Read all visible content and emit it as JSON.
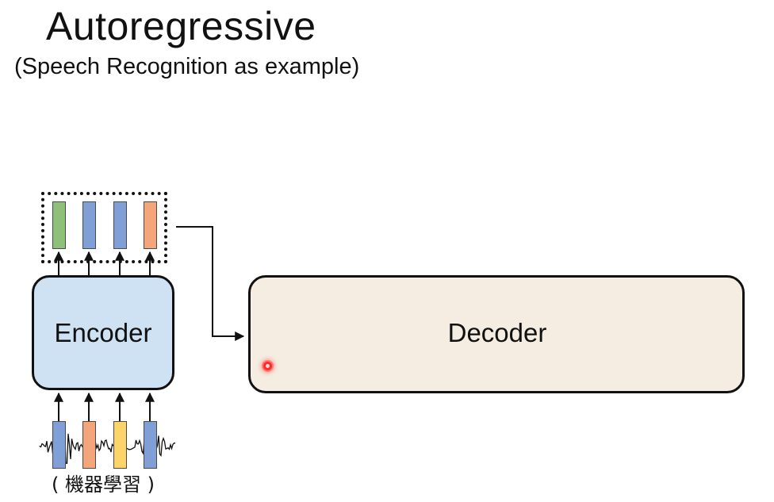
{
  "slide": {
    "title": "Autoregressive",
    "subtitle": "(Speech Recognition as example)"
  },
  "encoder": {
    "label": "Encoder",
    "fill": "#cfe2f3"
  },
  "decoder": {
    "label": "Decoder",
    "fill": "#f5ede1"
  },
  "output_vectors": [
    {
      "color": "#8fc07a"
    },
    {
      "color": "#7f9fd6"
    },
    {
      "color": "#7f9fd6"
    },
    {
      "color": "#f4a57a"
    }
  ],
  "input_vectors": [
    {
      "color": "#7f9fd6"
    },
    {
      "color": "#f4a57a"
    },
    {
      "color": "#fcd46a"
    },
    {
      "color": "#7f9fd6"
    }
  ],
  "audio": {
    "caption": "( 機器學習 )"
  }
}
